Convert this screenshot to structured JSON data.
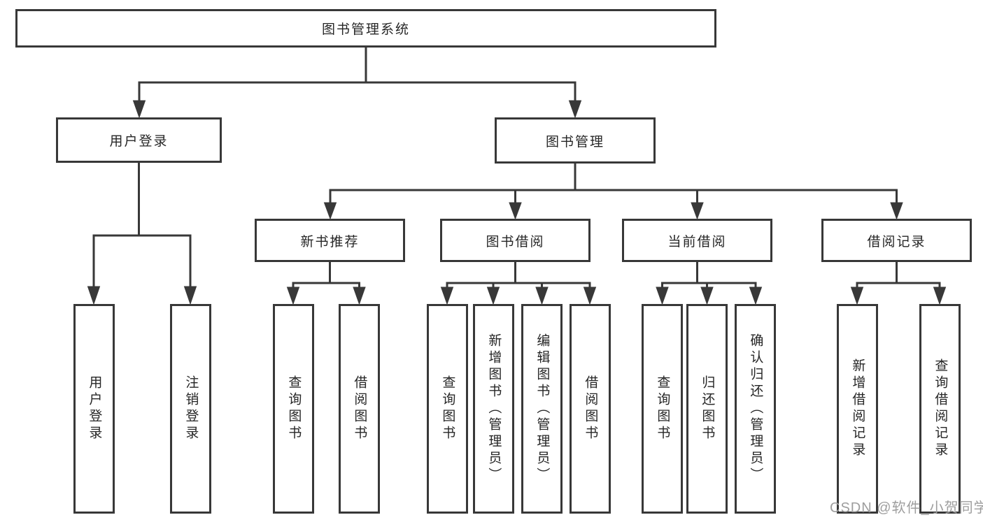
{
  "root": {
    "label": "图书管理系统"
  },
  "level2": {
    "login": {
      "label": "用户登录"
    },
    "manage": {
      "label": "图书管理"
    }
  },
  "level3": {
    "recommend": {
      "label": "新书推荐"
    },
    "borrow": {
      "label": "图书借阅"
    },
    "current": {
      "label": "当前借阅"
    },
    "records": {
      "label": "借阅记录"
    }
  },
  "leaves": {
    "login": [
      "用户登录",
      "注销登录"
    ],
    "recommend": [
      "查询图书",
      "借阅图书"
    ],
    "borrow": [
      "查询图书",
      "新增图书（管理员）",
      "编辑图书（管理员）",
      "借阅图书"
    ],
    "current": [
      "查询图书",
      "归还图书",
      "确认归还（管理员）"
    ],
    "records": [
      "新增借阅记录",
      "查询借阅记录"
    ]
  },
  "watermark": {
    "text": "CSDN @软件_小贺同学",
    "color": "#9e9e9e"
  },
  "colors": {
    "line": "#383838",
    "text": "#262626",
    "box_background": "#ffffff",
    "page_background": "#ffffff"
  }
}
